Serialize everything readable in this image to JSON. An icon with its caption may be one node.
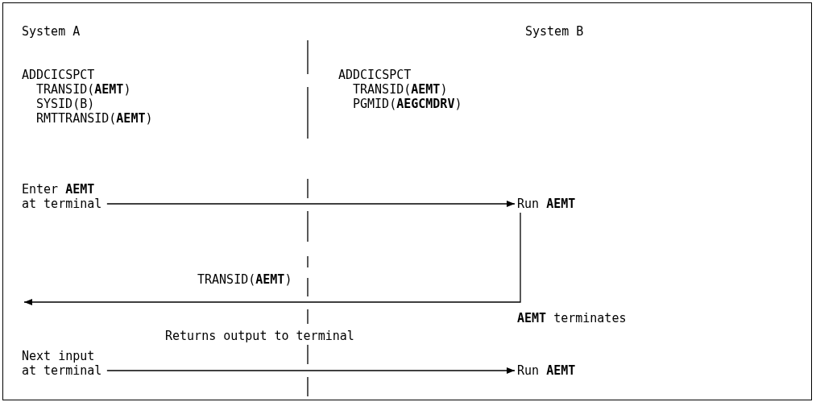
{
  "diagram": {
    "nodes": [
      {
        "text": [
          "Enter **AEMT** at terminal"
        ]
      },
      {
        "text": [
          "Run **AEMT**"
        ]
      },
      {
        "text": [
          "Next input at terminal"
        ]
      },
      {
        "text": [
          "Run **AEMT**"
        ]
      }
    ],
    "edges": [
      {
        "from": 0,
        "to": 1,
        "arrow": "to"
      },
      {
        "from": 1,
        "to": null,
        "arrow": "to",
        "label": "TRANSID(**AEMT**)"
      },
      {
        "from": 2,
        "to": 3,
        "arrow": "to"
      }
    ],
    "labels": [
      "System A",
      "System B",
      "ADDCICSPCT",
      "TRANSID(**AEMT**)",
      "ADDCICSPCT",
      "SYSID(B)",
      "TRANSID(**AEMT**)",
      "RMTTRANSID(**AEMT**)",
      "PGMID(**AEGCMDRV**)",
      "**AEMT** terminates",
      "Returns output to terminal"
    ]
  }
}
